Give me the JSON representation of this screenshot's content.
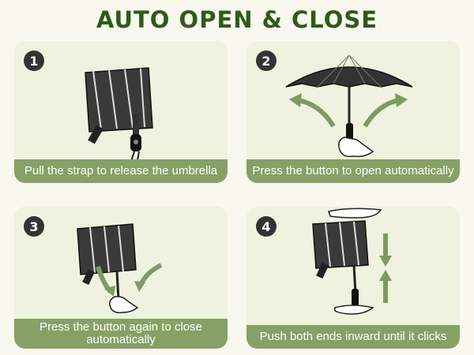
{
  "title": "AUTO OPEN & CLOSE",
  "steps": [
    {
      "number": "1",
      "caption": "Pull the strap to release the umbrella"
    },
    {
      "number": "2",
      "caption": "Press the button to open automatically"
    },
    {
      "number": "3",
      "caption": "Press the button again to close automatically"
    },
    {
      "number": "4",
      "caption": "Push both ends inward until it clicks"
    }
  ],
  "colors": {
    "title": "#2f5a1c",
    "caption_band": "#86a066",
    "arrow": "#7e9a62",
    "umbrella": "#333333"
  }
}
